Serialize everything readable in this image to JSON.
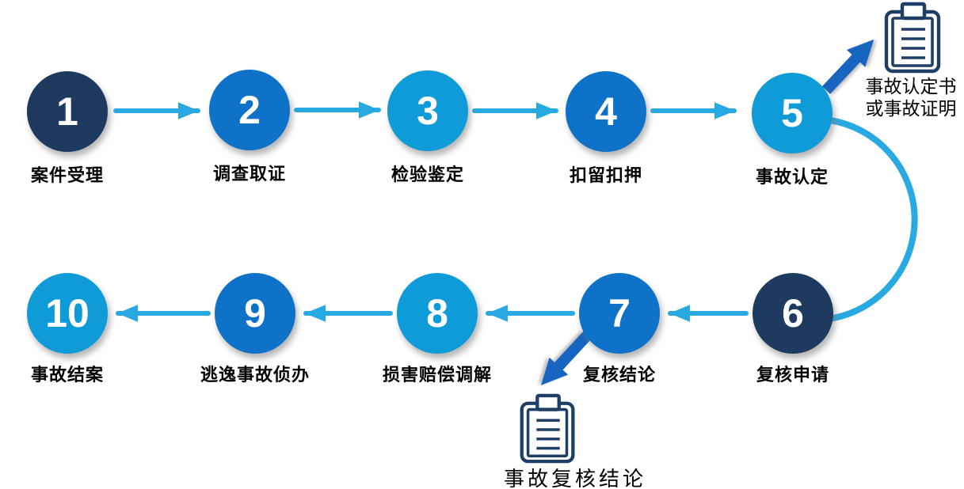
{
  "flowchart": {
    "steps": [
      {
        "num": "1",
        "label": "案件受理",
        "color_key": "dark"
      },
      {
        "num": "2",
        "label": "调查取证",
        "color_key": "medium"
      },
      {
        "num": "3",
        "label": "检验鉴定",
        "color_key": "light"
      },
      {
        "num": "4",
        "label": "扣留扣押",
        "color_key": "medium"
      },
      {
        "num": "5",
        "label": "事故认定",
        "color_key": "light"
      },
      {
        "num": "6",
        "label": "复核申请",
        "color_key": "dark"
      },
      {
        "num": "7",
        "label": "复核结论",
        "color_key": "medium"
      },
      {
        "num": "8",
        "label": "损害赔偿调解",
        "color_key": "light"
      },
      {
        "num": "9",
        "label": "逃逸事故侦办",
        "color_key": "medium"
      },
      {
        "num": "10",
        "label": "事故结案",
        "color_key": "light"
      }
    ],
    "documents": [
      {
        "icon": "clipboard-icon",
        "caption_line1": "事故认定书",
        "caption_line2": "或事故证明"
      },
      {
        "icon": "clipboard-icon",
        "caption": "事故复核结论"
      }
    ],
    "colors": {
      "dark": "#1F3A5F",
      "medium": "#0F72C9",
      "light": "#0E9BD8",
      "arrow_thin": "#29A9E2",
      "arrow_thick": "#1565C0",
      "icon_outline": "#1F3E66",
      "label_text": "#000000"
    }
  }
}
